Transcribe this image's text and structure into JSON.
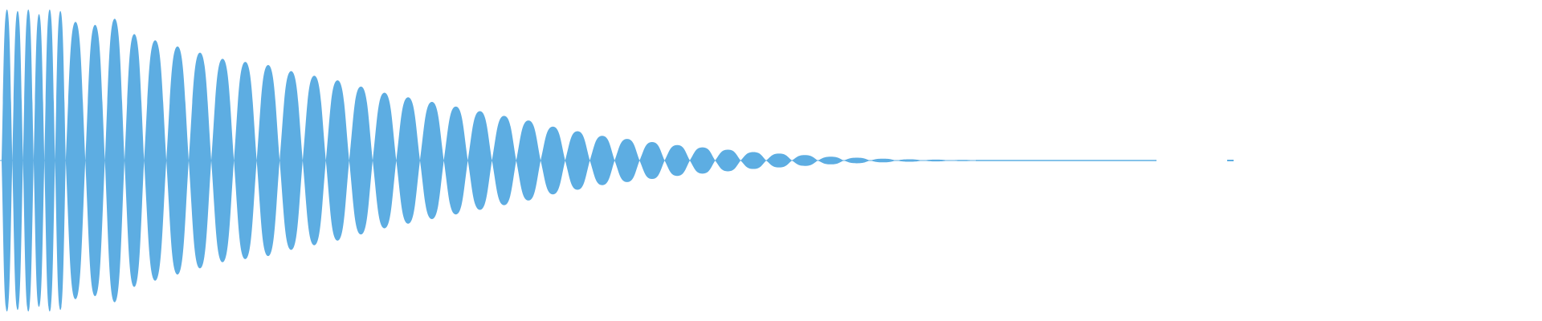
{
  "waveform": {
    "color": "#5dade2",
    "background": "#ffffff",
    "lobes": [
      {
        "a": 0.98
      },
      {
        "a": 0.97
      },
      {
        "a": 0.98
      },
      {
        "a": 0.95
      },
      {
        "a": 0.98
      },
      {
        "a": 0.97
      },
      {
        "a": 0.9
      },
      {
        "a": 0.88
      },
      {
        "a": 0.92
      },
      {
        "a": 0.82
      },
      {
        "a": 0.78
      },
      {
        "a": 0.74
      },
      {
        "a": 0.7
      },
      {
        "a": 0.66
      },
      {
        "a": 0.64
      },
      {
        "a": 0.62
      },
      {
        "a": 0.58
      },
      {
        "a": 0.55
      },
      {
        "a": 0.52
      },
      {
        "a": 0.48
      },
      {
        "a": 0.44
      },
      {
        "a": 0.41
      },
      {
        "a": 0.38
      },
      {
        "a": 0.35
      },
      {
        "a": 0.32
      },
      {
        "a": 0.29
      },
      {
        "a": 0.26
      },
      {
        "a": 0.22
      },
      {
        "a": 0.19
      },
      {
        "a": 0.16
      },
      {
        "a": 0.14
      },
      {
        "a": 0.12
      },
      {
        "a": 0.1
      },
      {
        "a": 0.085
      },
      {
        "a": 0.07
      },
      {
        "a": 0.055
      },
      {
        "a": 0.045
      },
      {
        "a": 0.035
      },
      {
        "a": 0.025
      },
      {
        "a": 0.018
      },
      {
        "a": 0.012
      },
      {
        "a": 0.008
      },
      {
        "a": 0.006
      },
      {
        "a": 0.004
      }
    ],
    "tail_amplitude": 0.003
  }
}
